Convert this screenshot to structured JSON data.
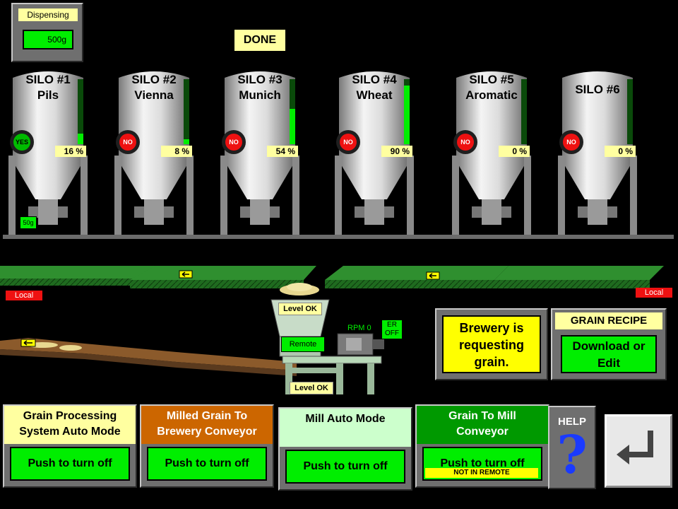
{
  "dispensing": {
    "label": "Dispensing",
    "value": "500g"
  },
  "status": {
    "done": "DONE"
  },
  "silos": [
    {
      "line1": "SILO #1",
      "line2": "Pils",
      "state": "YES",
      "percent": "16 %",
      "level": 0.16
    },
    {
      "line1": "SILO #2",
      "line2": "Vienna",
      "state": "NO",
      "percent": "8 %",
      "level": 0.08
    },
    {
      "line1": "SILO #3",
      "line2": "Munich",
      "state": "NO",
      "percent": "54 %",
      "level": 0.54
    },
    {
      "line1": "SILO #4",
      "line2": "Wheat",
      "state": "NO",
      "percent": "90 %",
      "level": 0.9
    },
    {
      "line1": "SILO #5",
      "line2": "Aromatic",
      "state": "NO",
      "percent": "0 %",
      "level": 0
    },
    {
      "line1": "SILO #6",
      "line2": "",
      "state": "NO",
      "percent": "0 %",
      "level": 0
    }
  ],
  "scale_tag": "50g",
  "conveyor": {
    "local_left": "Local",
    "local_right": "Local"
  },
  "mill": {
    "level_ok_top": "Level OK",
    "level_ok_bottom": "Level OK",
    "remote": "Remote",
    "rpm": "RPM 0",
    "er_line1": "ER",
    "er_line2": "OFF"
  },
  "brewery_request": "Brewery is requesting grain.",
  "grain_recipe": {
    "title": "GRAIN RECIPE",
    "button": "Download or Edit"
  },
  "controls": [
    {
      "title": "Grain Processing System Auto Mode",
      "button": "Push to turn off",
      "header_color": "#ffffa0",
      "title_color": "#000000"
    },
    {
      "title": "Milled Grain To Brewery Conveyor",
      "button": "Push to turn off",
      "header_color": "#cc6600",
      "title_color": "#ffffff"
    },
    {
      "title": "Mill Auto Mode",
      "button": "Push to turn off",
      "header_color": "#ccffcc",
      "title_color": "#000000"
    },
    {
      "title": "Grain To Mill Conveyor",
      "button": "Push to turn off",
      "header_color": "#009900",
      "title_color": "#ffffff",
      "note": "NOT IN REMOTE"
    }
  ],
  "help": {
    "label": "HELP",
    "icon": "question-mark-icon"
  },
  "enter": {
    "icon": "enter-arrow-icon"
  }
}
